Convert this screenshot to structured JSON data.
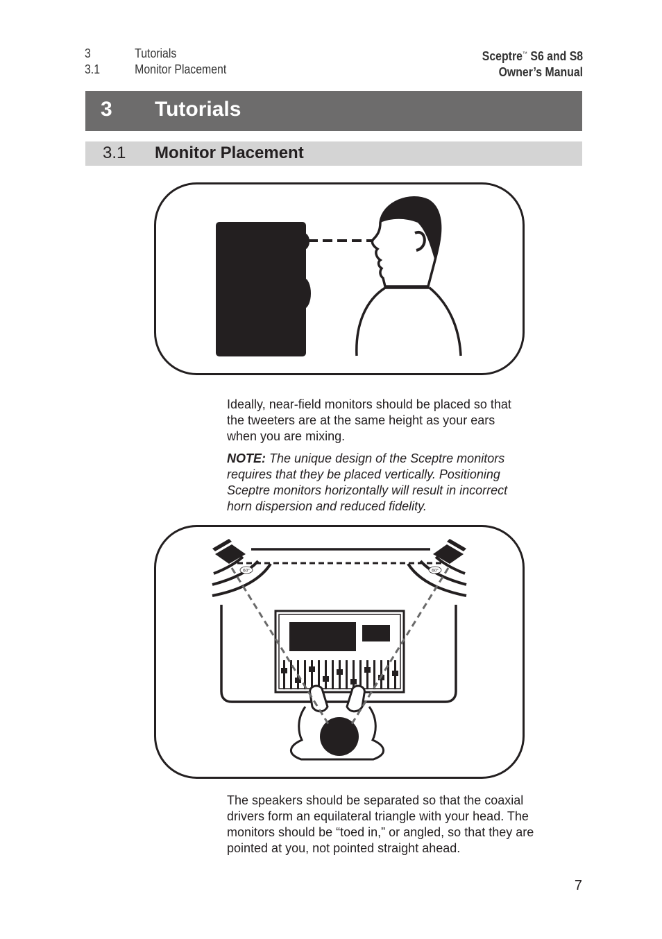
{
  "header": {
    "left": [
      {
        "num": "3",
        "label": "Tutorials"
      },
      {
        "num": "3.1",
        "label": "Monitor Placement"
      }
    ],
    "right_line1_product": "Sceptre",
    "right_line1_tm": "™",
    "right_line1_models": " S6 and S8",
    "right_line2": "Owner’s Manual"
  },
  "chapter": {
    "number": "3",
    "title": "Tutorials"
  },
  "section": {
    "number": "3.1",
    "title": "Monitor Placement"
  },
  "figure2": {
    "angle_label_left": "60°",
    "angle_label_right": "60°"
  },
  "body": {
    "paragraph1": "Ideally, near-field monitors should be placed so that the tweeters are at the same height as your ears when you are mixing.",
    "note_lead": "NOTE:",
    "note_text": " The unique design of the Sceptre monitors requires that they be placed vertically. Positioning Sceptre monitors horizontally will result in incorrect horn dispersion and reduced fidelity.",
    "paragraph2": "The speakers should be separated so that the coaxial drivers form an equilateral triangle with your head. The monitors should be “toed in,” or angled, so that they are pointed at you, not pointed straight ahead."
  },
  "page_number": "7"
}
